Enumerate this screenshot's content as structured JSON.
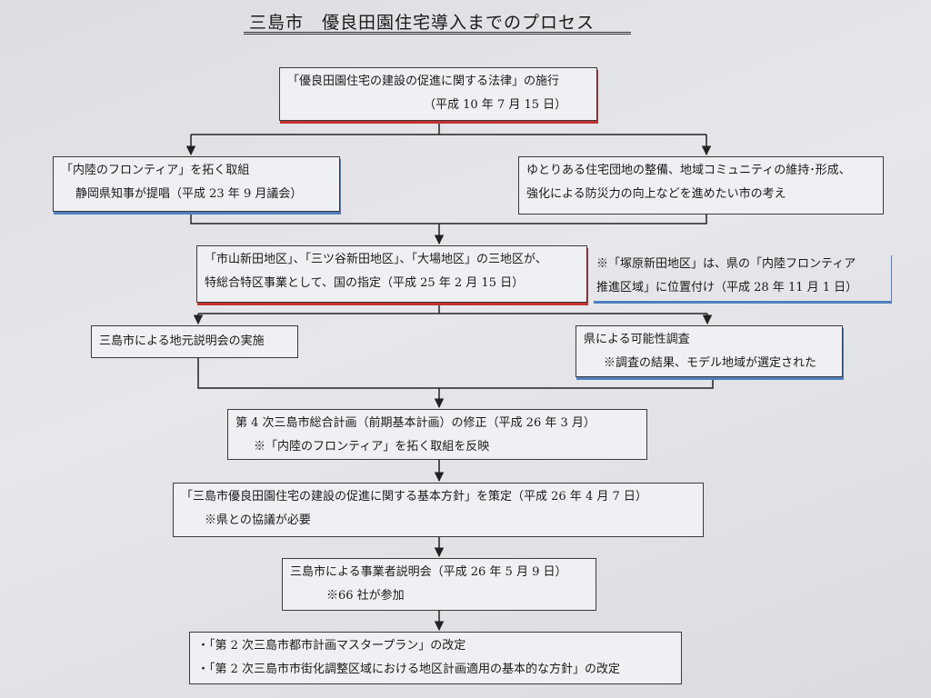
{
  "title": "三島市　優良田園住宅導入までのプロセス",
  "boxes": {
    "law": {
      "line1": "「優良田園住宅の建設の促進に関する法律」の施行",
      "line2": "（平成 10 年 7 月 15 日）"
    },
    "frontier": {
      "line1": "「内陸のフロンティア」を拓く取組",
      "line2": "静岡県知事が提唱（平成 23 年 9 月議会）"
    },
    "city_idea": {
      "line1": "ゆとりある住宅団地の整備、地域コミュニティの維持･形成、",
      "line2": "強化による防災力の向上などを進めたい市の考え"
    },
    "designation": {
      "line1": "「市山新田地区」、「三ツ谷新田地区」、「大場地区」の三地区が、",
      "line2": "特総合特区事業として、国の指定（平成 25 年 2 月 15 日）"
    },
    "tsukahara": {
      "line1": "※「塚原新田地区」は、県の「内陸フロンティア",
      "line2": "推進区域」に位置付け（平成 28 年 11 月 1 日）"
    },
    "local_briefing": {
      "line1": "三島市による地元説明会の実施"
    },
    "feasibility": {
      "line1": "県による可能性調査",
      "line2": "※調査の結果、モデル地域が選定された"
    },
    "plan_revision": {
      "line1": "第 4 次三島市総合計画（前期基本計画）の修正（平成 26 年 3 月）",
      "line2": "※「内陸のフロンティア」を拓く取組を反映"
    },
    "basic_policy": {
      "line1": "「三島市優良田園住宅の建設の促進に関する基本方針」を策定（平成 26 年 4 月 7 日）",
      "line2": "※県との協議が必要"
    },
    "business_briefing": {
      "line1": "三島市による事業者説明会（平成 26 年 5 月 9 日）",
      "line2": "※66 社が参加"
    },
    "final": {
      "line1": "・「第 2 次三島市都市計画マスタープラン」の改定",
      "line2": "・「第 2 次三島市市街化調整区域における地区計画適用の基本的な方針」の改定"
    }
  }
}
